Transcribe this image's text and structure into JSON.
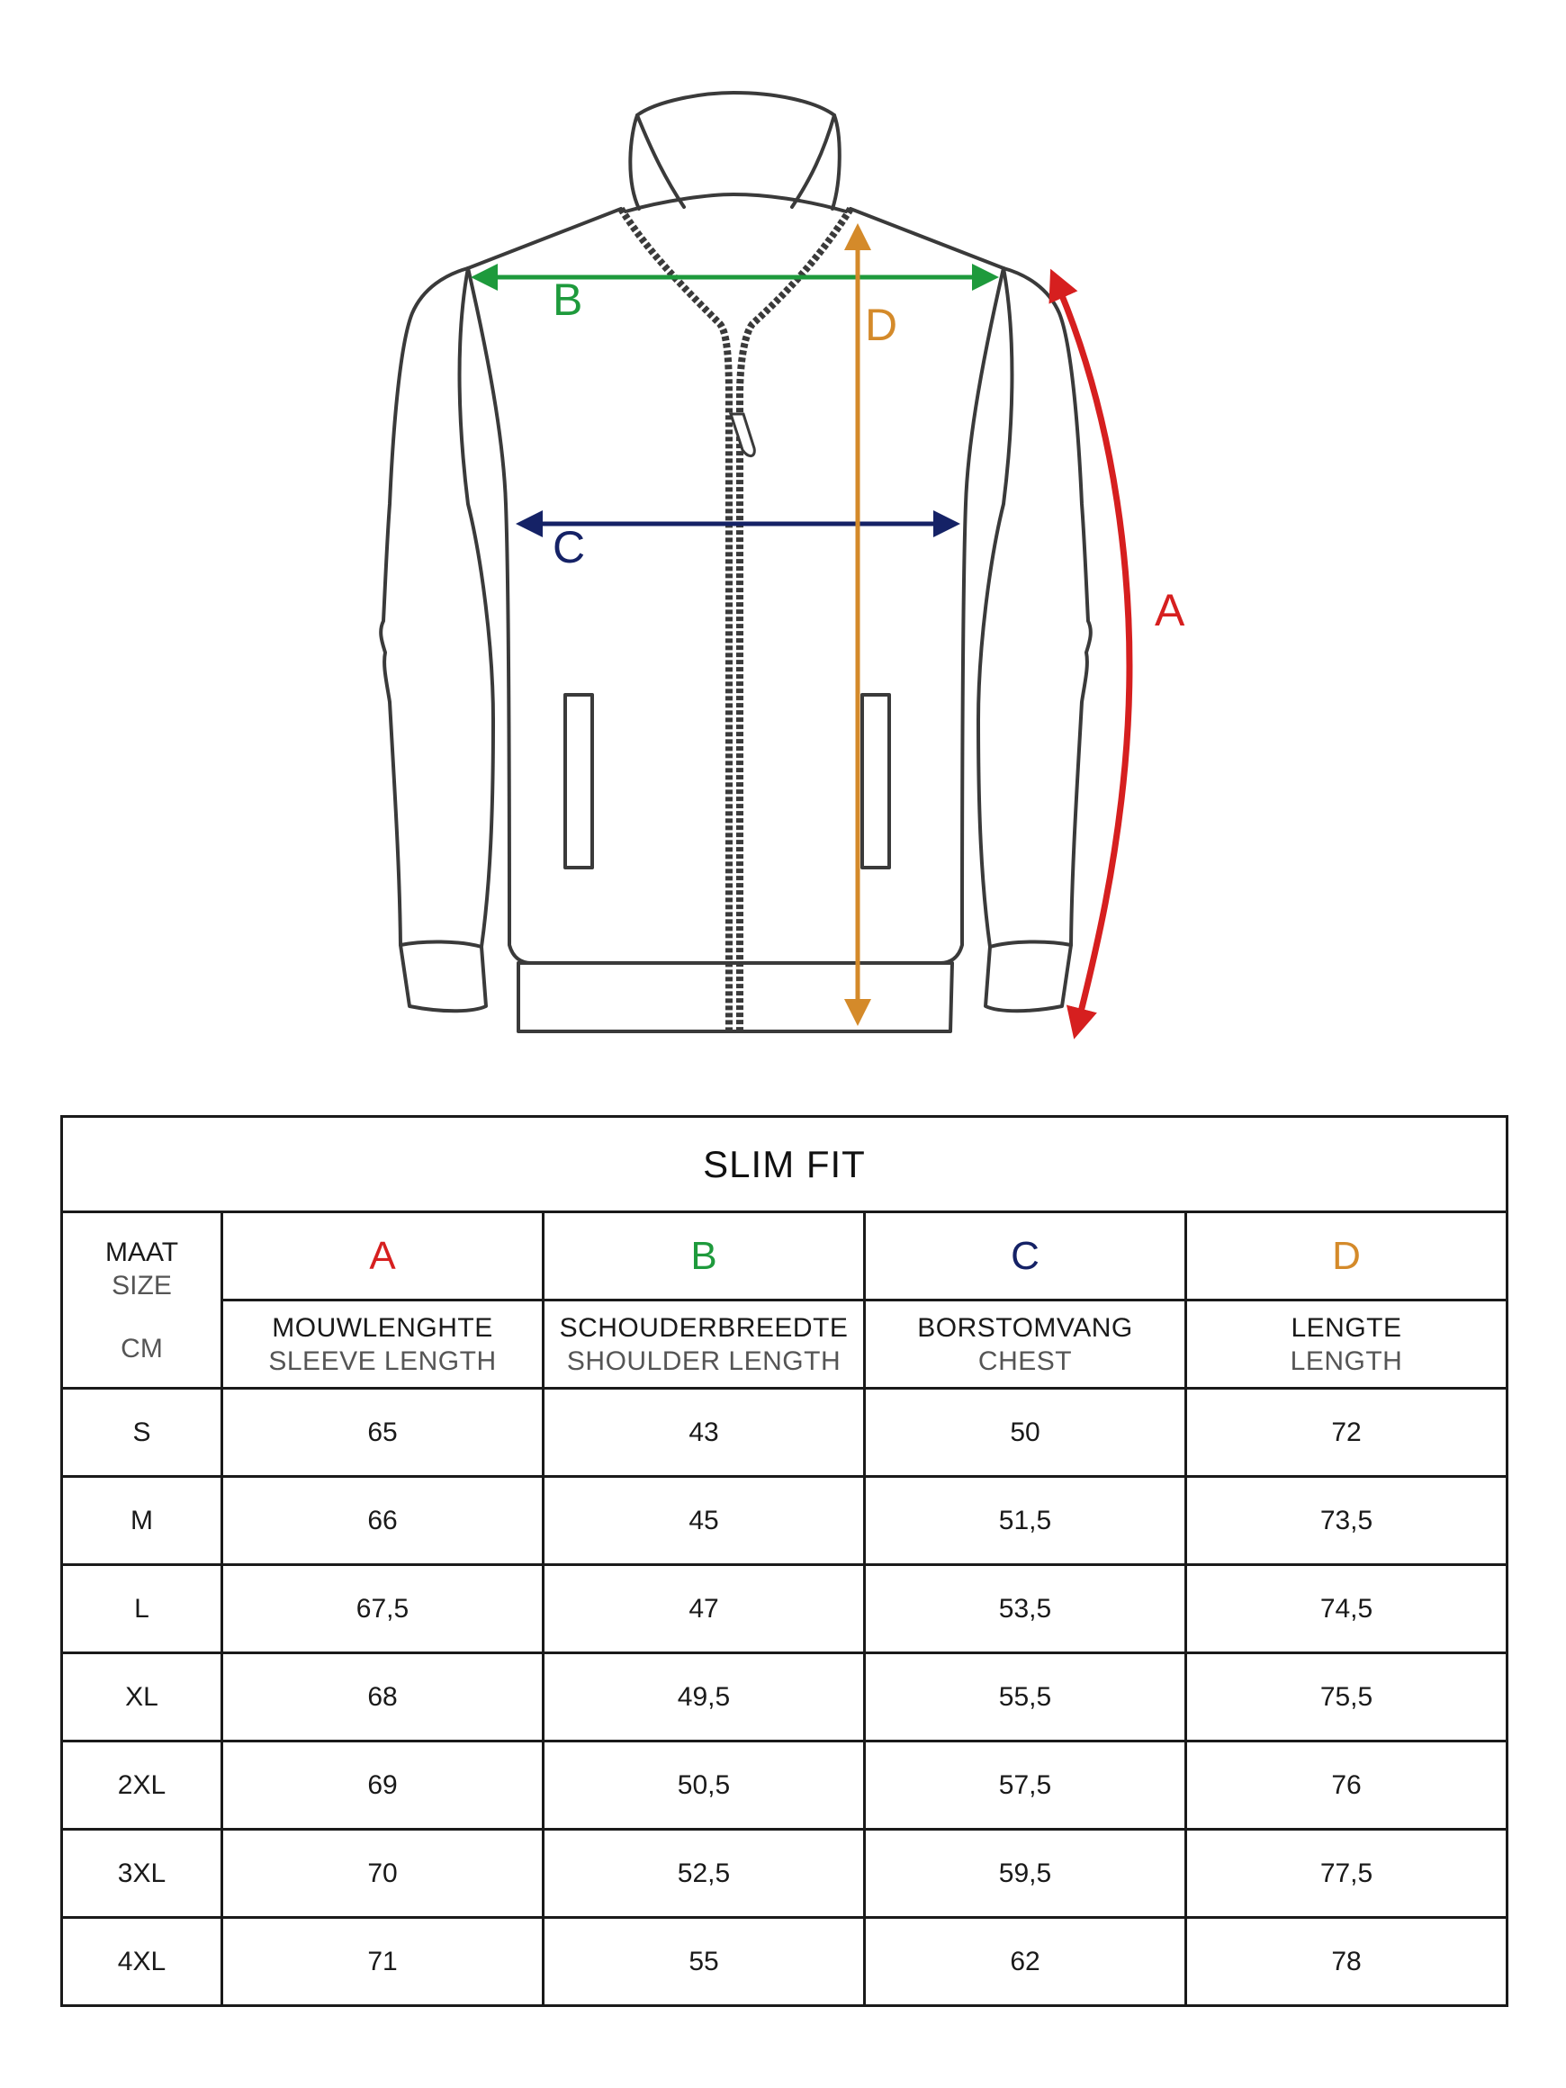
{
  "colors": {
    "a": "#d61f1f",
    "b": "#1e9a3c",
    "c": "#152266",
    "d": "#d48a2a",
    "outline": "#3a3a3a"
  },
  "diagram": {
    "label_a": "A",
    "label_b": "B",
    "label_c": "C",
    "label_d": "D"
  },
  "table": {
    "title": "SLIM FIT",
    "size_header": {
      "nl": "MAAT",
      "en": "SIZE",
      "unit": "CM"
    },
    "columns": [
      {
        "letter": "A",
        "nl": "MOUWLENGHTE",
        "en": "SLEEVE LENGTH"
      },
      {
        "letter": "B",
        "nl": "SCHOUDERBREEDTE",
        "en": "SHOULDER LENGTH"
      },
      {
        "letter": "C",
        "nl": "BORSTOMVANG",
        "en": "CHEST"
      },
      {
        "letter": "D",
        "nl": "LENGTE",
        "en": "LENGTH"
      }
    ],
    "rows": [
      {
        "size": "S",
        "values": [
          "65",
          "43",
          "50",
          "72"
        ]
      },
      {
        "size": "M",
        "values": [
          "66",
          "45",
          "51,5",
          "73,5"
        ]
      },
      {
        "size": "L",
        "values": [
          "67,5",
          "47",
          "53,5",
          "74,5"
        ]
      },
      {
        "size": "XL",
        "values": [
          "68",
          "49,5",
          "55,5",
          "75,5"
        ]
      },
      {
        "size": "2XL",
        "values": [
          "69",
          "50,5",
          "57,5",
          "76"
        ]
      },
      {
        "size": "3XL",
        "values": [
          "70",
          "52,5",
          "59,5",
          "77,5"
        ]
      },
      {
        "size": "4XL",
        "values": [
          "71",
          "55",
          "62",
          "78"
        ]
      }
    ]
  }
}
